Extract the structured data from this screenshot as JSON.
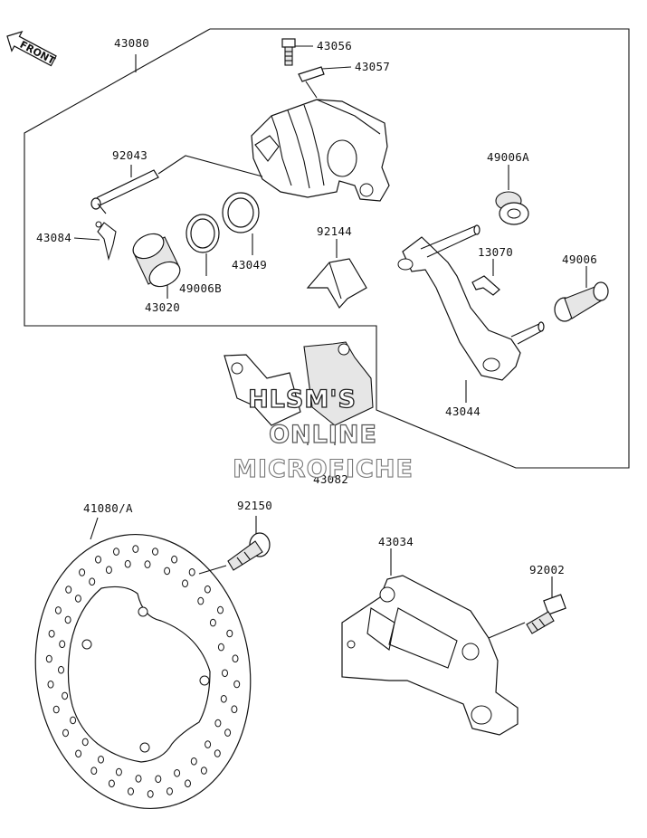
{
  "orientation_label": "FRONT",
  "part_labels": {
    "p43080": "43080",
    "p43056": "43056",
    "p43057": "43057",
    "p92043": "92043",
    "p49006A": "49006A",
    "p43084": "43084",
    "p92144": "92144",
    "p13070": "13070",
    "p49006": "49006",
    "p43049": "43049",
    "p49006B": "49006B",
    "p43020": "43020",
    "p43044": "43044",
    "p43082": "43082",
    "p41080A": "41080/A",
    "p92150": "92150",
    "p43034": "43034",
    "p92002": "92002"
  },
  "watermark": {
    "line1": "HLSM'S",
    "line2": "ONLINE",
    "line3": "MICROFICHE"
  }
}
